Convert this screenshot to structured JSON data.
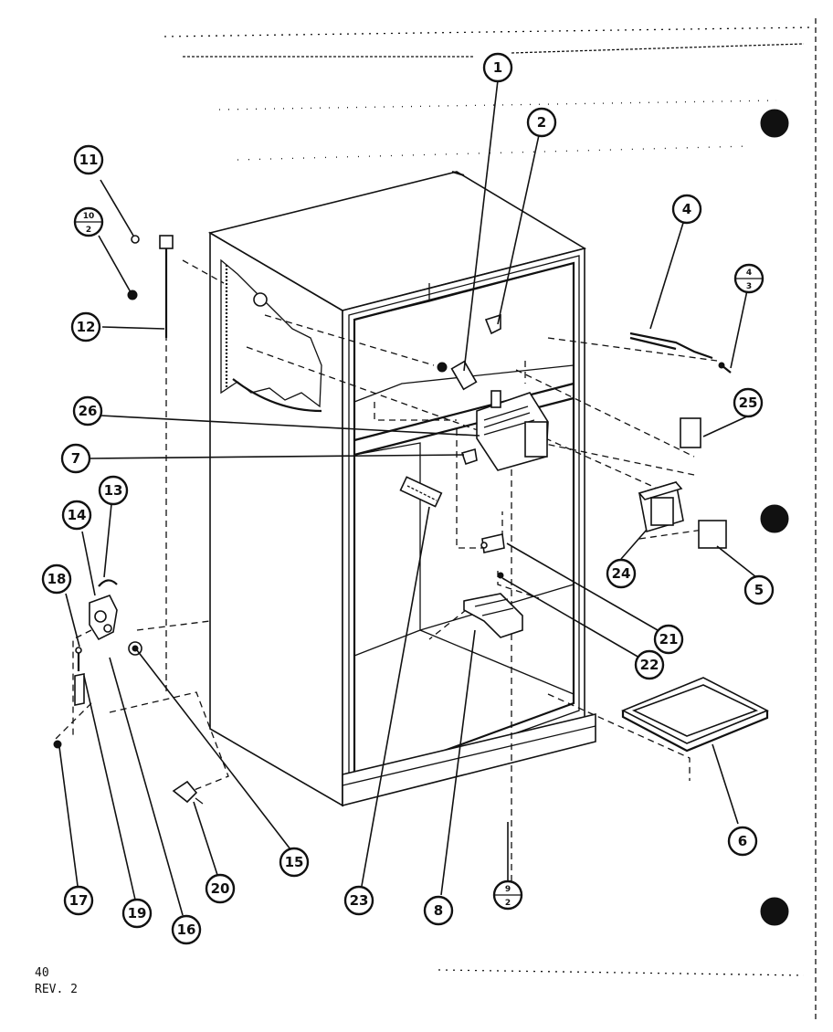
{
  "footer": {
    "page": "40",
    "revision": "REV. 2"
  },
  "callouts": {
    "c1": "1",
    "c2": "2",
    "c4": "4",
    "c5": "5",
    "c6": "6",
    "c7": "7",
    "c8": "8",
    "c11": "11",
    "c12": "12",
    "c13": "13",
    "c14": "14",
    "c15": "15",
    "c16": "16",
    "c17": "17",
    "c18": "18",
    "c19": "19",
    "c20": "20",
    "c21": "21",
    "c22": "22",
    "c23": "23",
    "c24": "24",
    "c25": "25",
    "c26": "26"
  },
  "fraction_callouts": {
    "f10": {
      "top": "10",
      "bottom": "2"
    },
    "f3": {
      "top": "4",
      "bottom": "3"
    },
    "f9": {
      "top": "9",
      "bottom": "2"
    }
  }
}
